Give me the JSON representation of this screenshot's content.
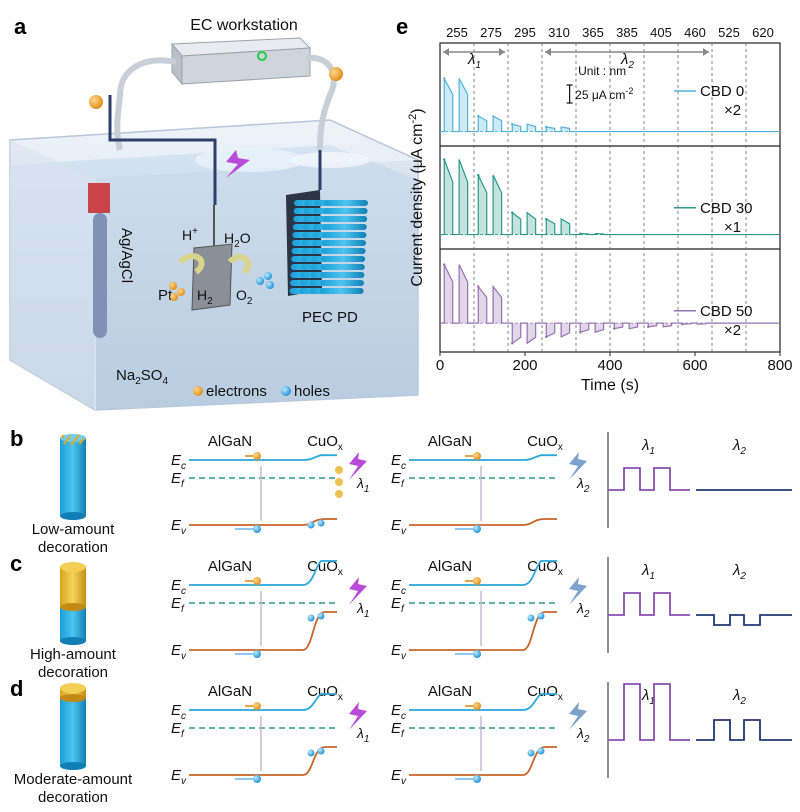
{
  "panels": {
    "a": "a",
    "b": "b",
    "c": "c",
    "d": "d",
    "e": "e"
  },
  "panel_a": {
    "workstation": "EC workstation",
    "ref_electrode": "Ag/AgCl",
    "counter": "Pt",
    "hplus": "H",
    "hplus_sup": "+",
    "h2": "H",
    "h2_sub": "2",
    "h2o": "H",
    "h2o_sub": "2",
    "h2o_tail": "O",
    "o2": "O",
    "o2_sub": "2",
    "device": "PEC PD",
    "electrolyte": "Na",
    "electrolyte_sub1": "2",
    "electrolyte_mid": "SO",
    "electrolyte_sub2": "4",
    "legend_electrons": "electrons",
    "legend_holes": "holes"
  },
  "panel_e": {
    "wavelengths": [
      "255",
      "275",
      "295",
      "310",
      "365",
      "385",
      "405",
      "460",
      "525",
      "620"
    ],
    "lambda1": "λ",
    "lambda1_sub": "1",
    "lambda2": "λ",
    "lambda2_sub": "2",
    "unit": "Unit : nm",
    "scale": "25 μA cm",
    "scale_sup": "-2",
    "ylabel": "Current density (μA cm",
    "ylabel_sup": "-2",
    "ylabel_end": ")",
    "xlabel": "Time (s)",
    "legends": [
      {
        "name": "CBD 0",
        "mult": "×2"
      },
      {
        "name": "CBD 30",
        "mult": "×1"
      },
      {
        "name": "CBD 50",
        "mult": "×2"
      }
    ],
    "colors": [
      "#4fb3d9",
      "#2a9a8a",
      "#9670b0"
    ]
  },
  "chart_data": {
    "type": "line",
    "xlabel": "Time (s)",
    "ylabel": "Current density (μA cm-2)",
    "xlim": [
      0,
      800
    ],
    "xticks": [
      0,
      200,
      400,
      600,
      800
    ],
    "x_tick_labels": [
      "0",
      "200",
      "400",
      "600",
      "800"
    ],
    "wavelength_boundaries_s": [
      80,
      160,
      240,
      320,
      400,
      480,
      560,
      640,
      720
    ],
    "series": [
      {
        "name": "CBD 0",
        "multiplier": "×2",
        "peak_currents": [
          58,
          17,
          8,
          5,
          0,
          0,
          0,
          0,
          0,
          0
        ]
      },
      {
        "name": "CBD 30",
        "multiplier": "×1",
        "peak_currents": [
          82,
          65,
          24,
          17,
          1,
          0,
          0,
          0,
          0,
          0
        ]
      },
      {
        "name": "CBD 50",
        "multiplier": "×2",
        "peak_currents": [
          64,
          40,
          -22,
          -15,
          -10,
          -6,
          -4,
          -1,
          0,
          0
        ]
      }
    ]
  },
  "bands": {
    "algan": "AlGaN",
    "cuox": "CuO",
    "cuox_sub": "x",
    "ec": "E",
    "ec_sub": "c",
    "ef": "E",
    "ef_sub": "f",
    "ev": "E",
    "ev_sub": "v",
    "lambda": "λ",
    "l1": "1",
    "l2": "2",
    "rows": [
      {
        "letter": "b",
        "decoration": [
          "Low-amount",
          "decoration"
        ]
      },
      {
        "letter": "c",
        "decoration": [
          "High-amount",
          "decoration"
        ]
      },
      {
        "letter": "d",
        "decoration": [
          "Moderate-amount",
          "decoration"
        ]
      }
    ]
  }
}
